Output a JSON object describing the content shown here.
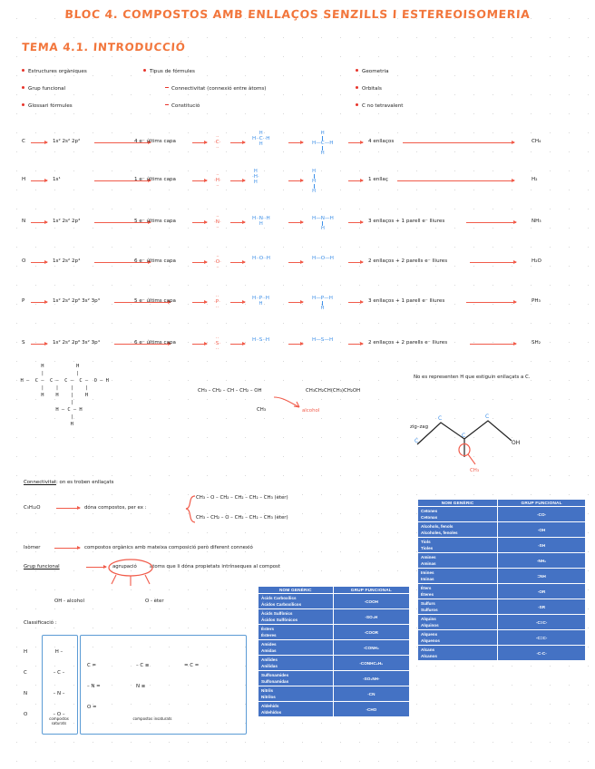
{
  "page": {
    "title": "BLOC 4. COMPOSTOS AMB ENLLAÇOS SENZILLS I ESTEREOISOMERIA",
    "subtitle": "TEMA 4.1. INTRODUCCIÓ"
  },
  "colors": {
    "title_orange": "#F2763C",
    "accent_red": "#F15B4A",
    "accent_blue": "#3C8FE8",
    "table_blue": "#4472C4",
    "box_border": "#5B9BD5"
  },
  "outline": {
    "col1": [
      "Estructures orgàniques",
      "Grup funcional",
      "Glossari fórmules"
    ],
    "col2_main": "Tipus de fórmules",
    "col2_sub": [
      "Connectivitat (connexió entre àtoms)",
      "Constitució"
    ],
    "col3": [
      "Geometria",
      "Orbitals",
      "C no tetravalent"
    ]
  },
  "reactions": [
    {
      "element": "C",
      "config": "1s² 2s² 2p²",
      "shell": "4 e⁻ últims capa",
      "lewis_center": "C",
      "lewis_up": "H",
      "lewis_dn": "H",
      "lewis_left": "H",
      "lewis_right": "H",
      "result": "4 enllaços",
      "formula": "CH₄"
    },
    {
      "element": "H",
      "config": "1s¹",
      "shell": "1 e⁻ últims capa",
      "lewis_center": "H",
      "lewis_up": "H",
      "lewis_dn": "H",
      "lewis_left": "",
      "lewis_right": "",
      "result": "1 enllaç",
      "formula": "H₂"
    },
    {
      "element": "N",
      "config": "1s² 2s² 2p³",
      "shell": "5 e⁻ últims capa",
      "lewis_center": "N",
      "lewis_up": "",
      "lewis_dn": "H",
      "lewis_left": "H",
      "lewis_right": "H",
      "result": "3 enllaços + 1 parell e⁻ lliures",
      "formula": "NH₃"
    },
    {
      "element": "O",
      "config": "1s² 2s² 2p⁴",
      "shell": "6 e⁻ últims capa",
      "lewis_center": "O",
      "lewis_up": "",
      "lewis_dn": "",
      "lewis_left": "H",
      "lewis_right": "H",
      "result": "2 enllaços + 2 parells e⁻ lliures",
      "formula": "H₂O"
    },
    {
      "element": "P",
      "config": "1s² 2s² 2p⁶ 3s² 3p³",
      "shell": "5 e⁻ últims capa",
      "lewis_center": "P",
      "lewis_up": "",
      "lewis_dn": "H",
      "lewis_left": "H",
      "lewis_right": "H",
      "result": "3 enllaços + 1 parell e⁻ lliures",
      "formula": "PH₃"
    },
    {
      "element": "S",
      "config": "1s² 2s² 2p⁶ 3s² 3p⁴",
      "shell": "6 e⁻ últims capa",
      "lewis_center": "S",
      "lewis_up": "",
      "lewis_dn": "",
      "lewis_left": "H",
      "lewis_right": "H",
      "result": "2 enllaços + 2 parells e⁻ lliures",
      "formula": "SH₂"
    }
  ],
  "structures": {
    "expanded_lines": [
      "         H           H",
      "         |           |",
      "  H —  C —  C —  C —  C —  O — H",
      "         |    |    |    |",
      "         H    H    |    H",
      "                   |",
      "              H — C — H",
      "                   |",
      "                   H"
    ],
    "semi_developed": "CH₃ – CH₂ – CH – CH₂ – OH",
    "semi_branch": "CH₃",
    "semi_label": "alcohol",
    "condensed": "CH₃CH₂CH(CH₃)CH₂OH",
    "skeletal_note": "No es representen H que estiguin enllaçats a C.",
    "skeletal_sublabel": "zig–zag",
    "skeletal_atoms": [
      "C",
      "C",
      "C",
      "C"
    ],
    "skeletal_oh": "OH",
    "skeletal_ch3": "CH₃"
  },
  "notes": {
    "connectivity_term": "Connectivitat",
    "connectivity_def": ": on es troben enllaçats",
    "formula_example": "C₅H₁₂O",
    "formula_arrow_text": "dóna compostos, per ex :",
    "isomer_a": "CH₃ – O – CH₂ – CH₂ – CH₂ – CH₃   (èter)",
    "isomer_b": "CH₃ – CH₂ – O – CH₂ – CH₂ – CH₃   (èter)",
    "isomer_term": "Isòmer",
    "isomer_def": "compostos orgànics amb mateixa composició però diferent connexió",
    "fg_term": "Grup funcional",
    "fg_circled": "agrupació",
    "fg_def": "àtoms que li dóna propietats intrínseques al compost",
    "fg_ex_left": "OH - alcohol",
    "fg_ex_right": "O - èter",
    "classification_title": "Classificació :",
    "class_rows": [
      "H",
      "C",
      "N",
      "O"
    ],
    "class_box1": [
      "H –",
      "– C –",
      "– N –",
      "– O –"
    ],
    "class_box1_label": "compostos saturats",
    "class_box2": [
      "C =",
      "– C ≡",
      "= C =",
      "– N =",
      "N ≡",
      "O ="
    ],
    "class_box2_label": "compostos insaturats"
  },
  "table_left": {
    "headers": [
      "NOM GENÈRIC",
      "GRUP FUNCIONAL"
    ],
    "rows": [
      {
        "cat": "Àcids Carboxílics",
        "cas": "Ácidos Carboxílicos",
        "gf": "-COOH"
      },
      {
        "cat": "Àcids Sulfònics",
        "cas": "Ácidos Sulfónicos",
        "gf": "-SO₃H"
      },
      {
        "cat": "Èsters",
        "cas": "Ésteres",
        "gf": "-COOR"
      },
      {
        "cat": "Amides",
        "cas": "Amidas",
        "gf": "-CONH₂"
      },
      {
        "cat": "Anílides",
        "cas": "Anilidas",
        "gf": "-CONHC₆H₅"
      },
      {
        "cat": "Sulfonamides",
        "cas": "Sulfonamidas",
        "gf": "-SO₂NH-"
      },
      {
        "cat": "Nitrils",
        "cas": "Nitrilos",
        "gf": "-CN"
      },
      {
        "cat": "Aldehids",
        "cas": "Aldehídos",
        "gf": "-CHO"
      }
    ]
  },
  "table_right": {
    "headers": [
      "NOM GENÈRIC",
      "GRUP FUNCIONAL"
    ],
    "rows": [
      {
        "cat": "Cetones",
        "cas": "Cetonas",
        "gf": "-CO-"
      },
      {
        "cat": "Alcohols, fenols",
        "cas": "Alcoholes, fenoles",
        "gf": "-OH"
      },
      {
        "cat": "Tiols",
        "cas": "Tioles",
        "gf": "-SH"
      },
      {
        "cat": "Amines",
        "cas": "Aminas",
        "gf": "-NH₂"
      },
      {
        "cat": "Imines",
        "cas": "Iminas",
        "gf": "=NH"
      },
      {
        "cat": "Èters",
        "cas": "Éteres",
        "gf": "-OR"
      },
      {
        "cat": "Sulfurs",
        "cas": "Sulfuros",
        "gf": "-SR"
      },
      {
        "cat": "Alquins",
        "cas": "Alquinos",
        "gf": "-C≡C-"
      },
      {
        "cat": "Alquens",
        "cas": "Alquenos",
        "gf": "-C=C-"
      },
      {
        "cat": "Alcans",
        "cas": "Alcanos",
        "gf": "-C-C-"
      }
    ]
  }
}
